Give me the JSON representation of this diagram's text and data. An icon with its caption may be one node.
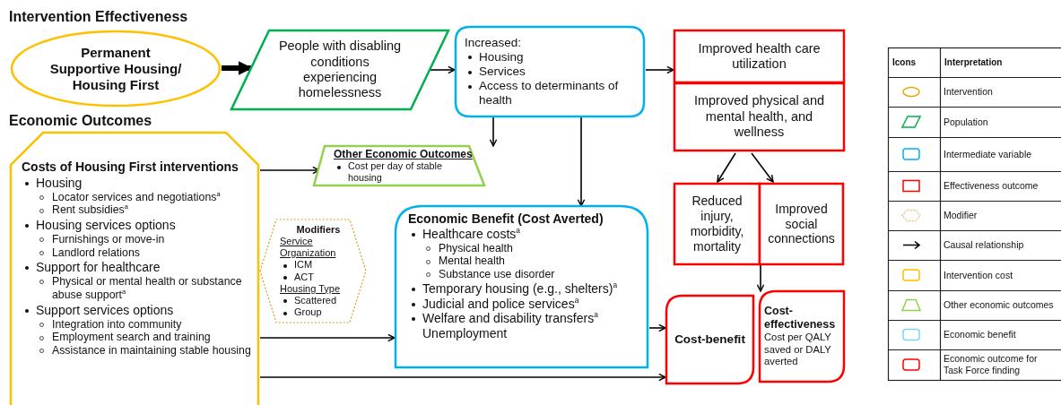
{
  "diagram": {
    "nodes": [
      {
        "text": [
          "Permanent Supportive Housing/ Housing First"
        ]
      },
      {
        "text": [
          "People with disabling conditions experiencing homelessness"
        ]
      },
      {
        "text": [
          "Increased:",
          "Housing",
          "Services",
          "Access to determinants of health"
        ]
      },
      {
        "text": [
          "Improved health care utilization"
        ]
      },
      {
        "text": [
          "Improved physical and mental health, and wellness"
        ]
      },
      {
        "text": [
          "Costs of Housing First interventions",
          "Housing",
          "Locator services and negotiations$^{a}$",
          "Rent subsidies$^{a}$",
          "Housing services options",
          "Furnishings or move-in",
          "Landlord relations",
          "Support for healthcare",
          "Physical or mental health or substance abuse support$^{a}$",
          "Support services options",
          "Integration into community",
          "Employment search and training",
          "Assistance in maintaining stable housing"
        ]
      },
      {
        "text": [
          "Other Economic Outcomes",
          "Cost per day of stable housing"
        ]
      },
      {
        "text": [
          "Modifiers",
          "Service Organization",
          "ICM",
          "ACT",
          "Housing Type",
          "Scattered",
          "Group"
        ]
      },
      {
        "text": [
          "Economic Benefit (Cost Averted)",
          "Healthcare costs$^{a}$",
          "Physical health",
          "Mental health",
          "Substance use disorder",
          "Temporary housing (e.g., shelters)$^{a}$",
          "Judicial and police services$^{a}$",
          "Welfare and disability transfers$^{a}$",
          "Unemployment"
        ]
      },
      {
        "text": [
          "Reduced injury, morbidity, mortality"
        ]
      },
      {
        "text": [
          "Improved social connections"
        ]
      },
      {
        "text": [
          "Cost-benefit"
        ]
      },
      {
        "text": [
          "Cost-effectiveness",
          "Cost per QALY saved or DALY averted"
        ]
      }
    ],
    "edges": [
      {
        "from": 0,
        "to": 1,
        "arrow": "to",
        "style": "thick"
      },
      {
        "from": 1,
        "to": 2,
        "arrow": "to"
      },
      {
        "from": 2,
        "to": 3,
        "arrow": "to"
      },
      {
        "from": 2,
        "to": 6,
        "arrow": "to"
      },
      {
        "from": 2,
        "to": 8,
        "arrow": "to"
      },
      {
        "from": 4,
        "to": 9,
        "arrow": "to"
      },
      {
        "from": 4,
        "to": 10,
        "arrow": "to"
      },
      {
        "from": 10,
        "to": 12,
        "arrow": "to"
      },
      {
        "from": 5,
        "to": 6,
        "arrow": "to"
      },
      {
        "from": 5,
        "to": 8,
        "arrow": "to"
      },
      {
        "from": 5,
        "to": 11,
        "arrow": "to"
      },
      {
        "from": 8,
        "to": 11,
        "arrow": "to"
      }
    ],
    "labels": [
      "Intervention Effectiveness",
      "Economic Outcomes",
      "Icons",
      "Interpretation"
    ],
    "legend": [
      {
        "text": "Intervention"
      },
      {
        "text": "Population"
      },
      {
        "text": "Intermediate variable"
      },
      {
        "text": "Effectiveness outcome"
      },
      {
        "text": "Modifier"
      },
      {
        "text": "Causal relationship"
      },
      {
        "text": "Intervention cost"
      },
      {
        "text": "Other economic outcomes"
      },
      {
        "text": "Economic benefit"
      },
      {
        "text": "Economic outcome for Task Force finding"
      }
    ]
  }
}
